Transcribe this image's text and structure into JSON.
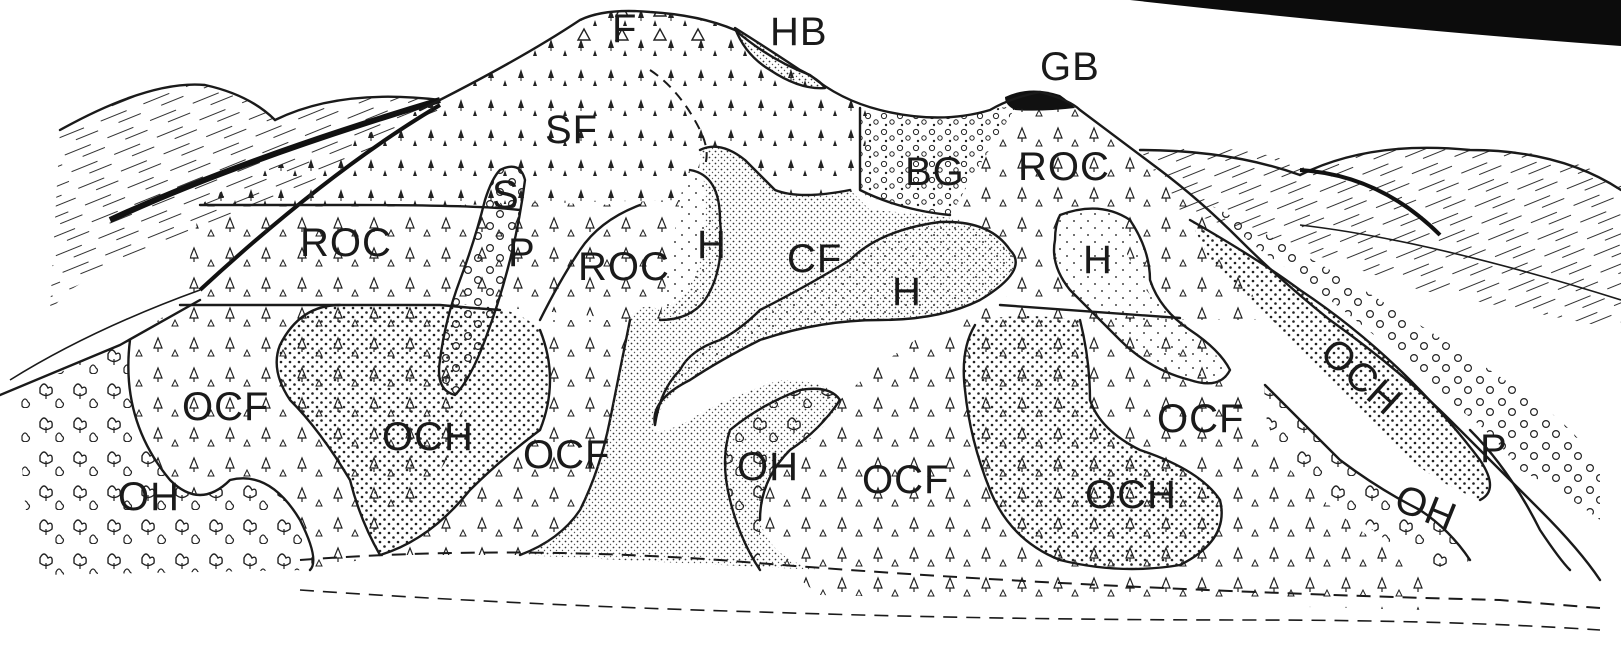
{
  "labels": {
    "f": "F",
    "hb": "HB",
    "gb": "GB",
    "sf": "SF",
    "bg": "BG",
    "roc_right": "ROC",
    "s": "S",
    "roc_left": "ROC",
    "p_center": "P",
    "roc_center": "ROC",
    "h_center": "H",
    "cf": "CF",
    "h_lower": "H",
    "h_right": "H",
    "och_right": "OCH",
    "ocf_left": "OCF",
    "och_left": "OCH",
    "ocf_center": "OCF",
    "oh_center": "OH",
    "ocf_mid": "OCF",
    "ocf_right": "OCF",
    "och_bottom": "OCH",
    "p_right": "P",
    "oh_right": "OH",
    "oh_left": "OH"
  }
}
